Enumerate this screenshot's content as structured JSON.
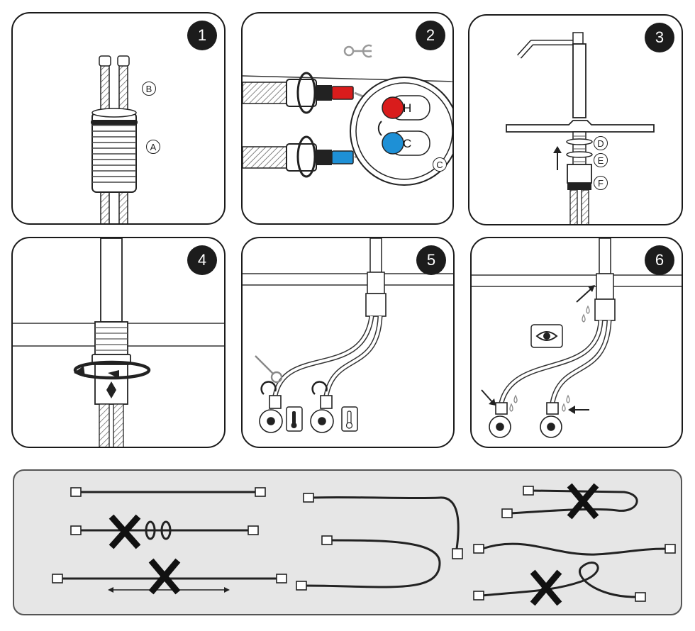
{
  "steps": [
    {
      "number": "1",
      "callouts": [
        "B",
        "A"
      ]
    },
    {
      "number": "2",
      "labels": [
        "H",
        "C"
      ],
      "callouts": [
        "C"
      ],
      "icon": "wrench-icon"
    },
    {
      "number": "3",
      "callouts": [
        "D",
        "E",
        "F"
      ]
    },
    {
      "number": "4"
    },
    {
      "number": "5",
      "icons": [
        "wrench-icon",
        "hot-thermometer-icon",
        "cold-thermometer-icon"
      ]
    },
    {
      "number": "6",
      "icons": [
        "eye-icon",
        "water-drop-icon"
      ]
    }
  ],
  "hose_guide": {
    "examples": [
      {
        "shape": "straight",
        "status": "allowed"
      },
      {
        "shape": "twisted",
        "status": "not-allowed"
      },
      {
        "shape": "stretched",
        "status": "not-allowed"
      },
      {
        "shape": "u-bend",
        "status": "allowed"
      },
      {
        "shape": "tight-loop",
        "status": "not-allowed"
      },
      {
        "shape": "gentle-curve",
        "status": "allowed"
      },
      {
        "shape": "coiled",
        "status": "not-allowed"
      }
    ]
  },
  "colors": {
    "hot": "#d91c1c",
    "cold": "#1e90d6",
    "outline": "#1a1a1a",
    "guide_bg": "#e6e6e6"
  }
}
